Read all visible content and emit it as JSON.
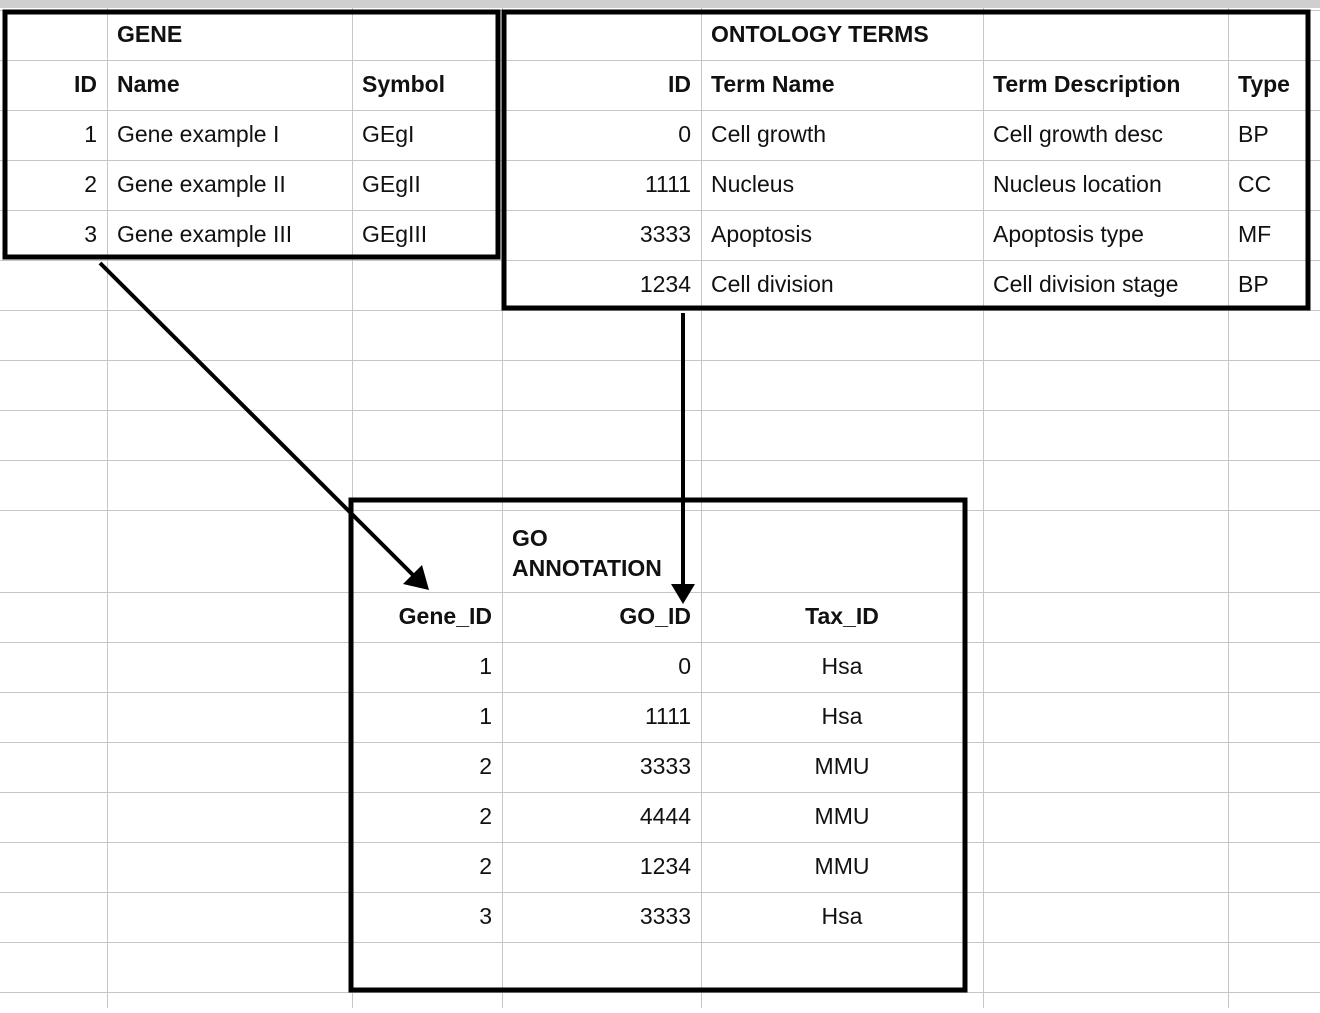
{
  "colors": {
    "gridline": "#c6c6c6",
    "border": "#000000",
    "text": "#111111"
  },
  "gene": {
    "title": "GENE",
    "headers": [
      "ID",
      "Name",
      "Symbol"
    ],
    "rows": [
      [
        "1",
        "Gene example I",
        "GEgI"
      ],
      [
        "2",
        "Gene example II",
        "GEgII"
      ],
      [
        "3",
        "Gene example III",
        "GEgIII"
      ]
    ]
  },
  "ontology": {
    "title": "ONTOLOGY TERMS",
    "headers": [
      "ID",
      "Term Name",
      "Term Description",
      "Type"
    ],
    "rows": [
      [
        "0",
        "Cell growth",
        "Cell growth desc",
        "BP"
      ],
      [
        "1111",
        "Nucleus",
        "Nucleus location",
        "CC"
      ],
      [
        "3333",
        "Apoptosis",
        "Apoptosis type",
        "MF"
      ],
      [
        "1234",
        "Cell division",
        "Cell division stage",
        "BP"
      ]
    ]
  },
  "annotation": {
    "title": "GO ANNOTATION",
    "headers": [
      "Gene_ID",
      "GO_ID",
      "Tax_ID"
    ],
    "rows": [
      [
        "1",
        "0",
        "Hsa"
      ],
      [
        "1",
        "1111",
        "Hsa"
      ],
      [
        "2",
        "3333",
        "MMU"
      ],
      [
        "2",
        "4444",
        "MMU"
      ],
      [
        "2",
        "1234",
        "MMU"
      ],
      [
        "3",
        "3333",
        "Hsa"
      ]
    ]
  }
}
